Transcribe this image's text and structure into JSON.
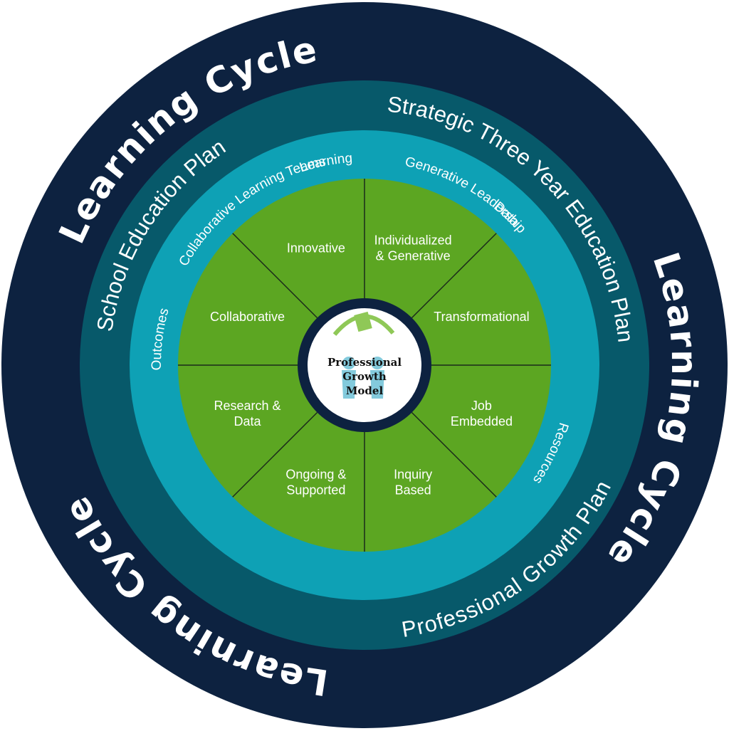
{
  "outer_ring": {
    "labels": [
      "Learning Cycle",
      "Learning Cycle",
      "Learning Cycle"
    ]
  },
  "plan_ring": {
    "labels": [
      "Strategic Three Year Education Plan",
      "School Education Plan",
      "Professional Growth Plan"
    ]
  },
  "support_ring": {
    "labels": [
      "Generative Leadership",
      "Collaborative Learning Teams",
      "Resources",
      "Outcomes",
      "Learning",
      "Data"
    ]
  },
  "sectors": [
    {
      "lines": [
        "Individualized",
        "& Generative"
      ]
    },
    {
      "lines": [
        "Transformational"
      ]
    },
    {
      "lines": [
        "Job",
        "Embedded"
      ]
    },
    {
      "lines": [
        "Inquiry",
        "Based"
      ]
    },
    {
      "lines": [
        "Ongoing &",
        "Supported"
      ]
    },
    {
      "lines": [
        "Research &",
        "Data"
      ]
    },
    {
      "lines": [
        "Collaborative"
      ]
    },
    {
      "lines": [
        "Innovative"
      ]
    }
  ],
  "hub": {
    "lines": [
      "Professional",
      "Growth",
      "Model"
    ],
    "logo": "people-with-book-icon"
  },
  "colors": {
    "outer": "#0d2240",
    "plan_ring": "#07596a",
    "support_ring": "#0ea1b5",
    "sectors": "#5ca622",
    "hub_ring": "#0d2240",
    "hub_fill": "#ffffff"
  }
}
